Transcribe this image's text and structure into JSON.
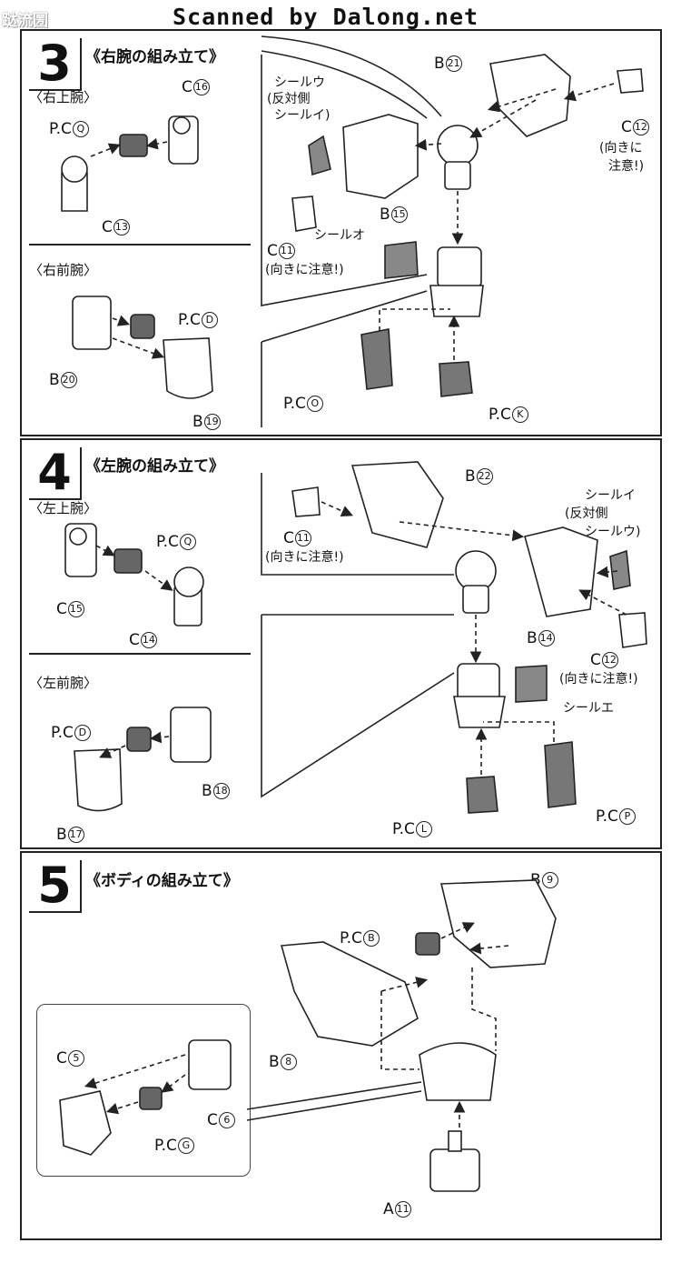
{
  "header": {
    "scan_credit": "Scanned by Dalong.net",
    "watermark": "跶流圐"
  },
  "step3": {
    "number": "3",
    "title": "《右腕の組み立て》",
    "upper_arm": {
      "heading": "〈右上腕〉",
      "pc_q": "P.C",
      "pc_q_mark": "Q",
      "c16": "C",
      "c16_mark": "16",
      "c13": "C",
      "c13_mark": "13"
    },
    "forearm": {
      "heading": "〈右前腕〉",
      "pc_d": "P.C",
      "pc_d_mark": "D",
      "b20": "B",
      "b20_mark": "20",
      "b19": "B",
      "b19_mark": "19"
    },
    "main": {
      "seal_u": "シールウ",
      "seal_u_opposite": "(反対側",
      "seal_i": "シールイ)",
      "b21": "B",
      "b21_mark": "21",
      "c12": "C",
      "c12_mark": "12",
      "c12_note1": "(向きに",
      "c12_note2": "注意!)",
      "b15": "B",
      "b15_mark": "15",
      "c11": "C",
      "c11_mark": "11",
      "c11_note": "(向きに注意!)",
      "seal_o": "シールオ",
      "pc_o": "P.C",
      "pc_o_mark": "O",
      "pc_k": "P.C",
      "pc_k_mark": "K"
    }
  },
  "step4": {
    "number": "4",
    "title": "《左腕の組み立て》",
    "upper_arm": {
      "heading": "〈左上腕〉",
      "pc_q": "P.C",
      "pc_q_mark": "Q",
      "c15": "C",
      "c15_mark": "15",
      "c14": "C",
      "c14_mark": "14"
    },
    "forearm": {
      "heading": "〈左前腕〉",
      "pc_d": "P.C",
      "pc_d_mark": "D",
      "b18": "B",
      "b18_mark": "18",
      "b17": "B",
      "b17_mark": "17"
    },
    "main": {
      "b22": "B",
      "b22_mark": "22",
      "c11": "C",
      "c11_mark": "11",
      "c11_note": "(向きに注意!)",
      "seal_i": "シールイ",
      "seal_opposite": "(反対側",
      "seal_u": "シールウ)",
      "b14": "B",
      "b14_mark": "14",
      "c12": "C",
      "c12_mark": "12",
      "c12_note": "(向きに注意!)",
      "seal_e": "シールエ",
      "pc_l": "P.C",
      "pc_l_mark": "L",
      "pc_p": "P.C",
      "pc_p_mark": "P"
    }
  },
  "step5": {
    "number": "5",
    "title": "《ボディの組み立て》",
    "b9": "B",
    "b9_mark": "9",
    "pc_b": "P.C",
    "pc_b_mark": "B",
    "b8": "B",
    "b8_mark": "8",
    "c5": "C",
    "c5_mark": "5",
    "c6": "C",
    "c6_mark": "6",
    "pc_g": "P.C",
    "pc_g_mark": "G",
    "a11": "A",
    "a11_mark": "11"
  }
}
